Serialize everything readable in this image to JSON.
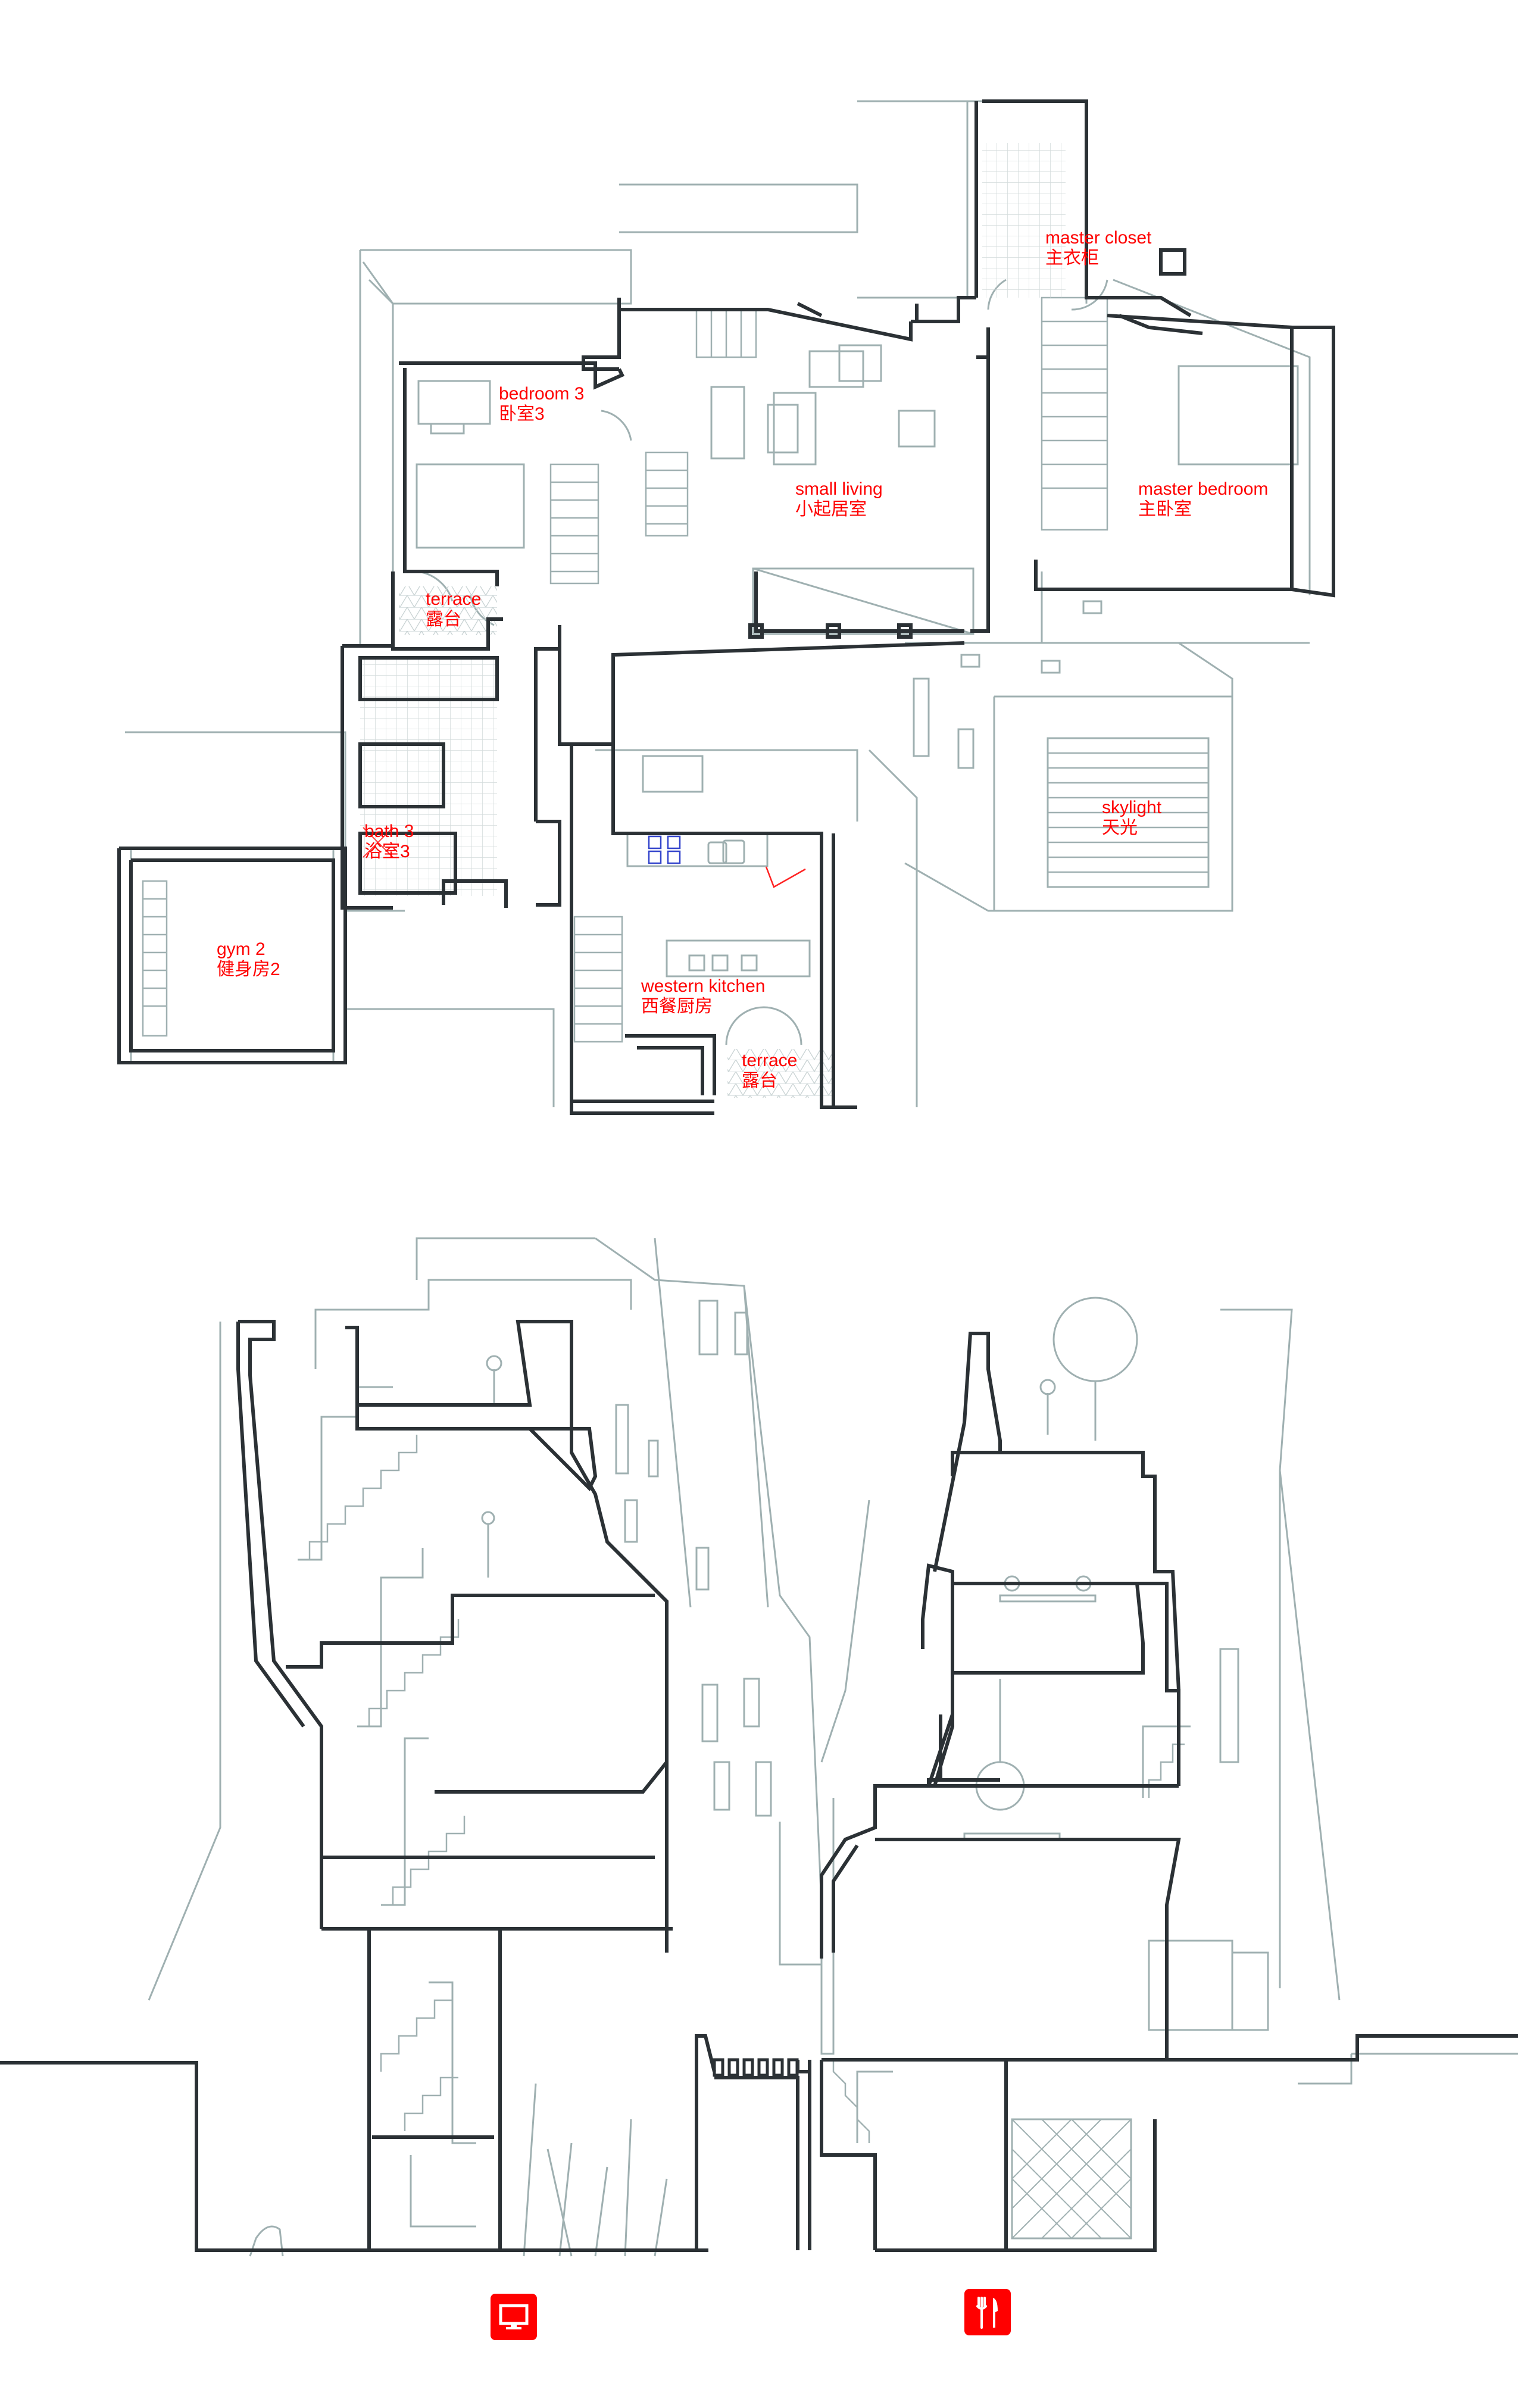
{
  "floor_plan": {
    "rooms": [
      {
        "id": "bedroom-3",
        "en": "bedroom 3",
        "zh": "卧室3"
      },
      {
        "id": "master-closet",
        "en": "master closet",
        "zh": "主衣柜"
      },
      {
        "id": "small-living",
        "en": "small living",
        "zh": "小起居室"
      },
      {
        "id": "master-bedroom",
        "en": "master bedroom",
        "zh": "主卧室"
      },
      {
        "id": "terrace-upper",
        "en": "terrace",
        "zh": "露台"
      },
      {
        "id": "bath-3",
        "en": "bath 3",
        "zh": "浴室3"
      },
      {
        "id": "skylight",
        "en": "skylight",
        "zh": "天光"
      },
      {
        "id": "gym-2",
        "en": "gym 2",
        "zh": "健身房2"
      },
      {
        "id": "western-kitchen",
        "en": "western kitchen",
        "zh": "西餐厨房"
      },
      {
        "id": "terrace-lower",
        "en": "terrace",
        "zh": "露台"
      }
    ]
  },
  "section": {
    "icons": [
      {
        "id": "tv",
        "name": "tv-monitor-icon"
      },
      {
        "id": "dining",
        "name": "fork-knife-icon"
      }
    ]
  },
  "colors": {
    "label": "#ff0000",
    "wall": "#2b3135",
    "line": "#9fb0b1",
    "hob": "#3344cc",
    "icon_bg": "#ff0000"
  }
}
